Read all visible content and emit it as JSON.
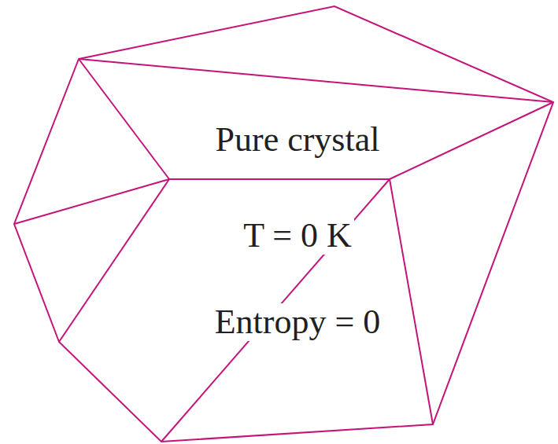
{
  "diagram": {
    "nodes": [
      {
        "text": [
          "Pure crystal",
          "T = 0 K",
          "Entropy = 0"
        ]
      }
    ]
  }
}
